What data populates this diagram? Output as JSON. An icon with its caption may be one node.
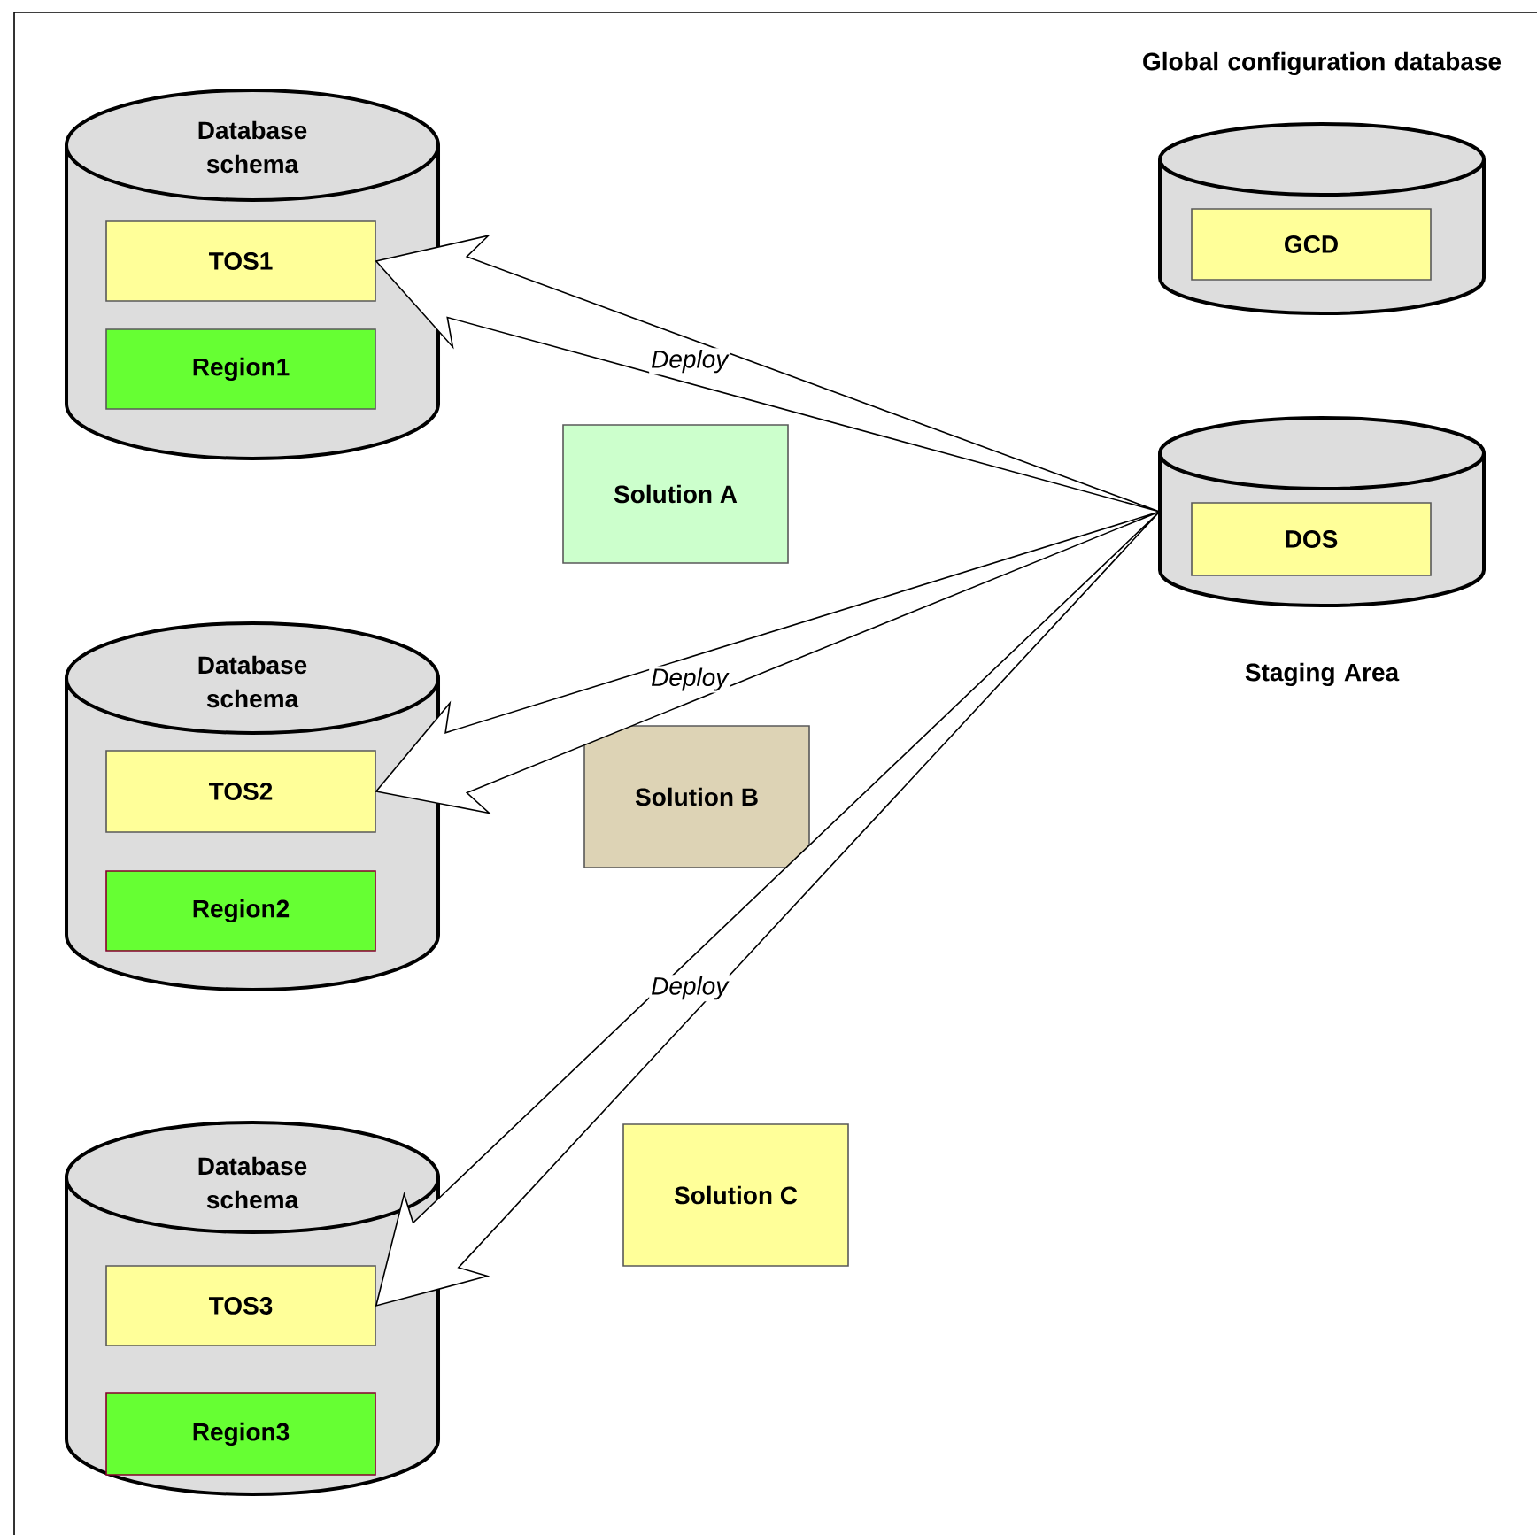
{
  "diagram": {
    "nodes": [
      {
        "text": [
          "Database schema"
        ]
      },
      {
        "text": [
          "TOS1"
        ],
        "in": 0
      },
      {
        "text": [
          "Region1"
        ],
        "in": 0
      },
      {
        "text": [
          "Database schema"
        ]
      },
      {
        "text": [
          "TOS2"
        ],
        "in": 3
      },
      {
        "text": [
          "Region2"
        ],
        "in": 3
      },
      {
        "text": [
          "Database schema"
        ]
      },
      {
        "text": [
          "TOS3"
        ],
        "in": 6
      },
      {
        "text": [
          "Region3"
        ],
        "in": 6
      },
      {
        "text": [
          "Global configuration database"
        ]
      },
      {
        "text": [
          "GCD"
        ],
        "in": 9
      },
      {
        "text": [
          "Staging Area"
        ]
      },
      {
        "text": [
          "DOS"
        ],
        "in": 11
      },
      {
        "text": [
          "Solution A"
        ]
      },
      {
        "text": [
          "Solution B"
        ]
      },
      {
        "text": [
          "Solution C"
        ]
      }
    ],
    "edges": [
      {
        "from": 11,
        "to": 1,
        "arrow": "to",
        "label": "Deploy"
      },
      {
        "from": 11,
        "to": 4,
        "arrow": "to",
        "label": "Deploy"
      },
      {
        "from": 11,
        "to": 7,
        "arrow": "to",
        "label": "Deploy"
      }
    ]
  }
}
